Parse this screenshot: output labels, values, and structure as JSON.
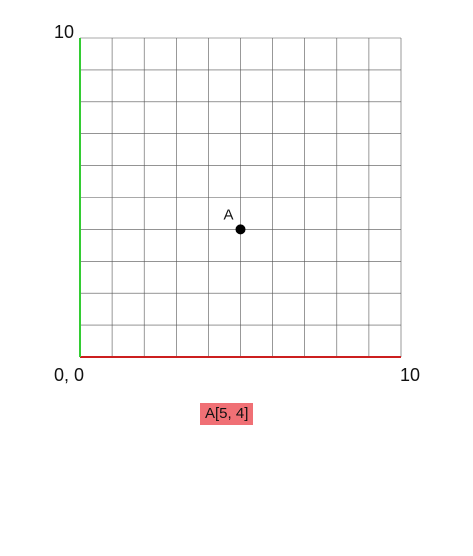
{
  "grid": {
    "x_min": 0,
    "x_max": 10,
    "y_min": 0,
    "y_max": 10,
    "step": 1,
    "grid_color": "#555555",
    "x_axis_color": "#cc1f1f",
    "y_axis_color": "#33cc33"
  },
  "labels": {
    "origin": "0, 0",
    "x_max": "10",
    "y_max": "10"
  },
  "points": [
    {
      "name": "A",
      "x": 5,
      "y": 4,
      "color": "#000000"
    }
  ],
  "readout": {
    "text": "A[5, 4]",
    "background": "#f07075"
  }
}
